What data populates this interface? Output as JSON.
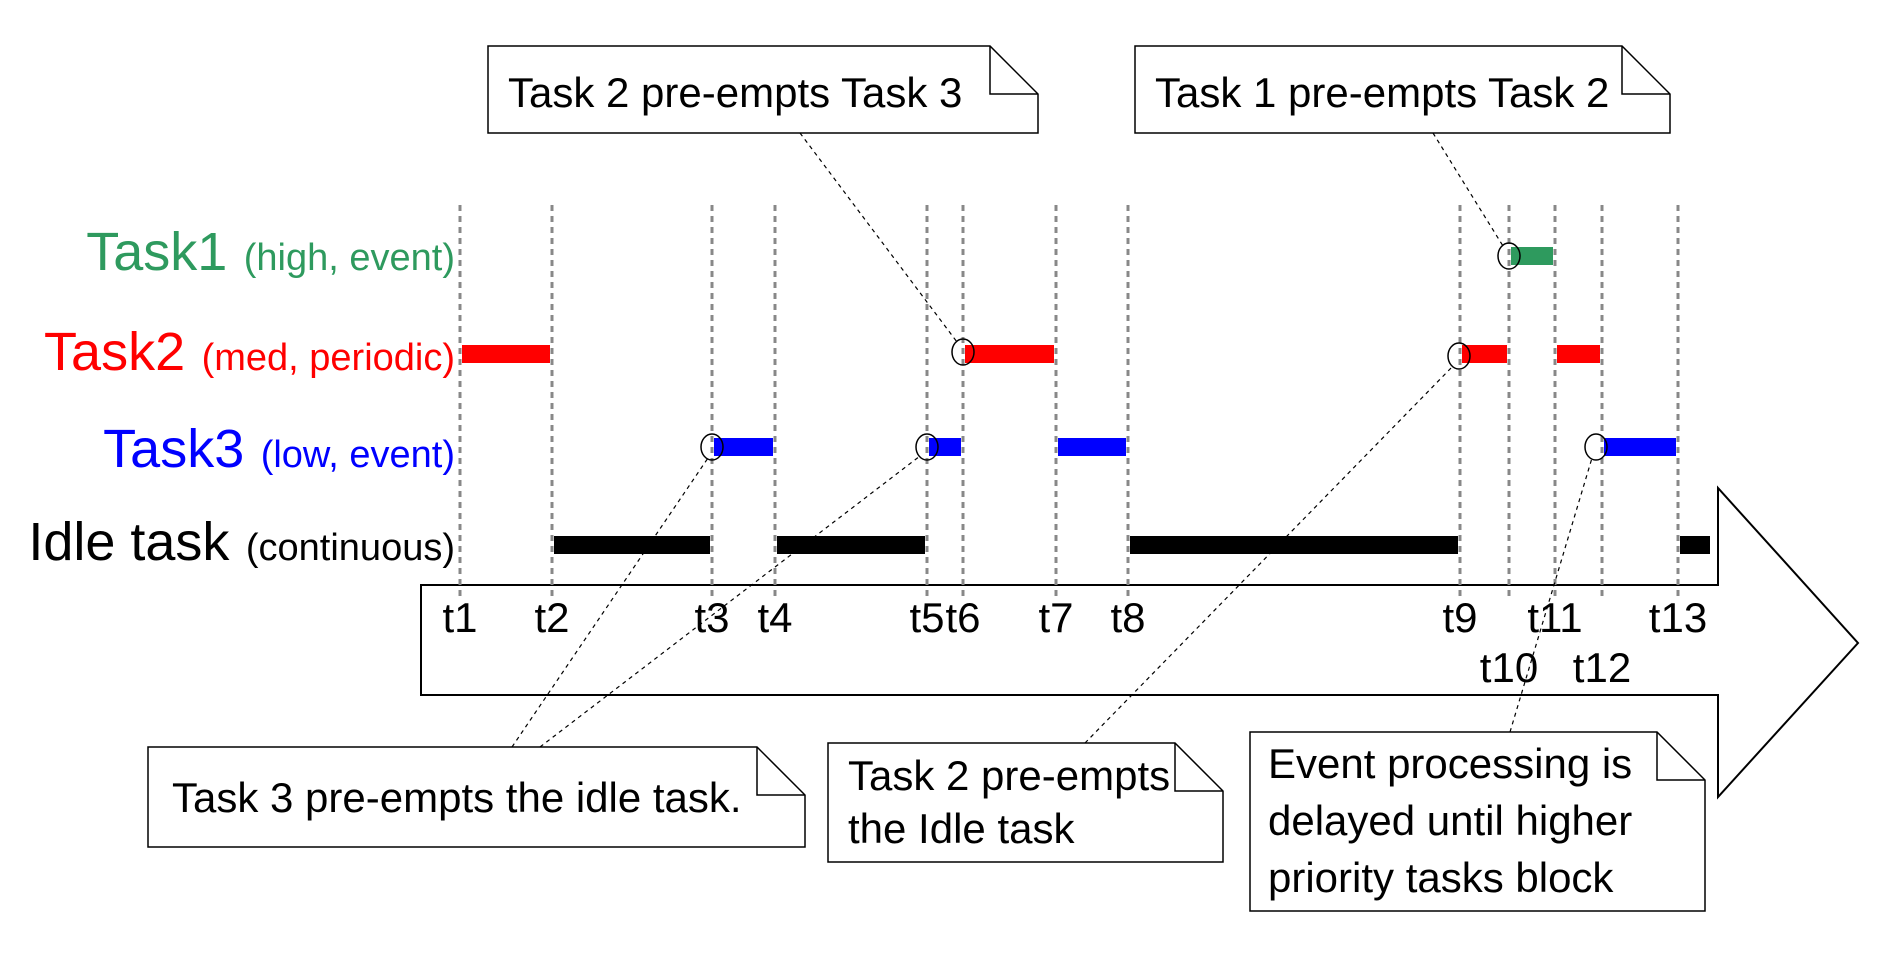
{
  "colors": {
    "task1": "#2e9a5e",
    "task2": "#ff0000",
    "task3": "#0000ff",
    "idle": "#000000",
    "guide": "#888888"
  },
  "tasks": [
    {
      "name": "Task1",
      "detail": "(high, event)",
      "color": "#2e9a5e"
    },
    {
      "name": "Task2",
      "detail": "(med, periodic)",
      "color": "#ff0000"
    },
    {
      "name": "Task3",
      "detail": "(low, event)",
      "color": "#0000ff"
    },
    {
      "name": "Idle task",
      "detail": "(continuous)",
      "color": "#000000"
    }
  ],
  "ticks": [
    "t1",
    "t2",
    "t3",
    "t4",
    "t5",
    "t6",
    "t7",
    "t8",
    "t9",
    "t10",
    "t11",
    "t12",
    "t13"
  ],
  "segments": [
    {
      "task": "Task2",
      "from": "t1",
      "to": "t2"
    },
    {
      "task": "Idle task",
      "from": "t2",
      "to": "t3"
    },
    {
      "task": "Task3",
      "from": "t3",
      "to": "t4"
    },
    {
      "task": "Idle task",
      "from": "t4",
      "to": "t5"
    },
    {
      "task": "Task3",
      "from": "t5",
      "to": "t6"
    },
    {
      "task": "Task2",
      "from": "t6",
      "to": "t7"
    },
    {
      "task": "Task3",
      "from": "t7",
      "to": "t8"
    },
    {
      "task": "Idle task",
      "from": "t8",
      "to": "t9"
    },
    {
      "task": "Task2",
      "from": "t9",
      "to": "t10"
    },
    {
      "task": "Task1",
      "from": "t10",
      "to": "t11"
    },
    {
      "task": "Task2",
      "from": "t11",
      "to": "t12"
    },
    {
      "task": "Task3",
      "from": "t12",
      "to": "t13"
    },
    {
      "task": "Idle task",
      "from": "t13",
      "to": ""
    }
  ],
  "callouts": [
    {
      "lines": [
        "Task 2 pre-empts Task 3"
      ]
    },
    {
      "lines": [
        "Task 1 pre-empts Task 2"
      ]
    },
    {
      "lines": [
        "Task 3 pre-empts the idle task."
      ]
    },
    {
      "lines": [
        "Task 2 pre-empts",
        "the Idle task"
      ]
    },
    {
      "lines": [
        "Event processing is",
        "delayed until higher",
        "priority tasks block"
      ]
    }
  ]
}
